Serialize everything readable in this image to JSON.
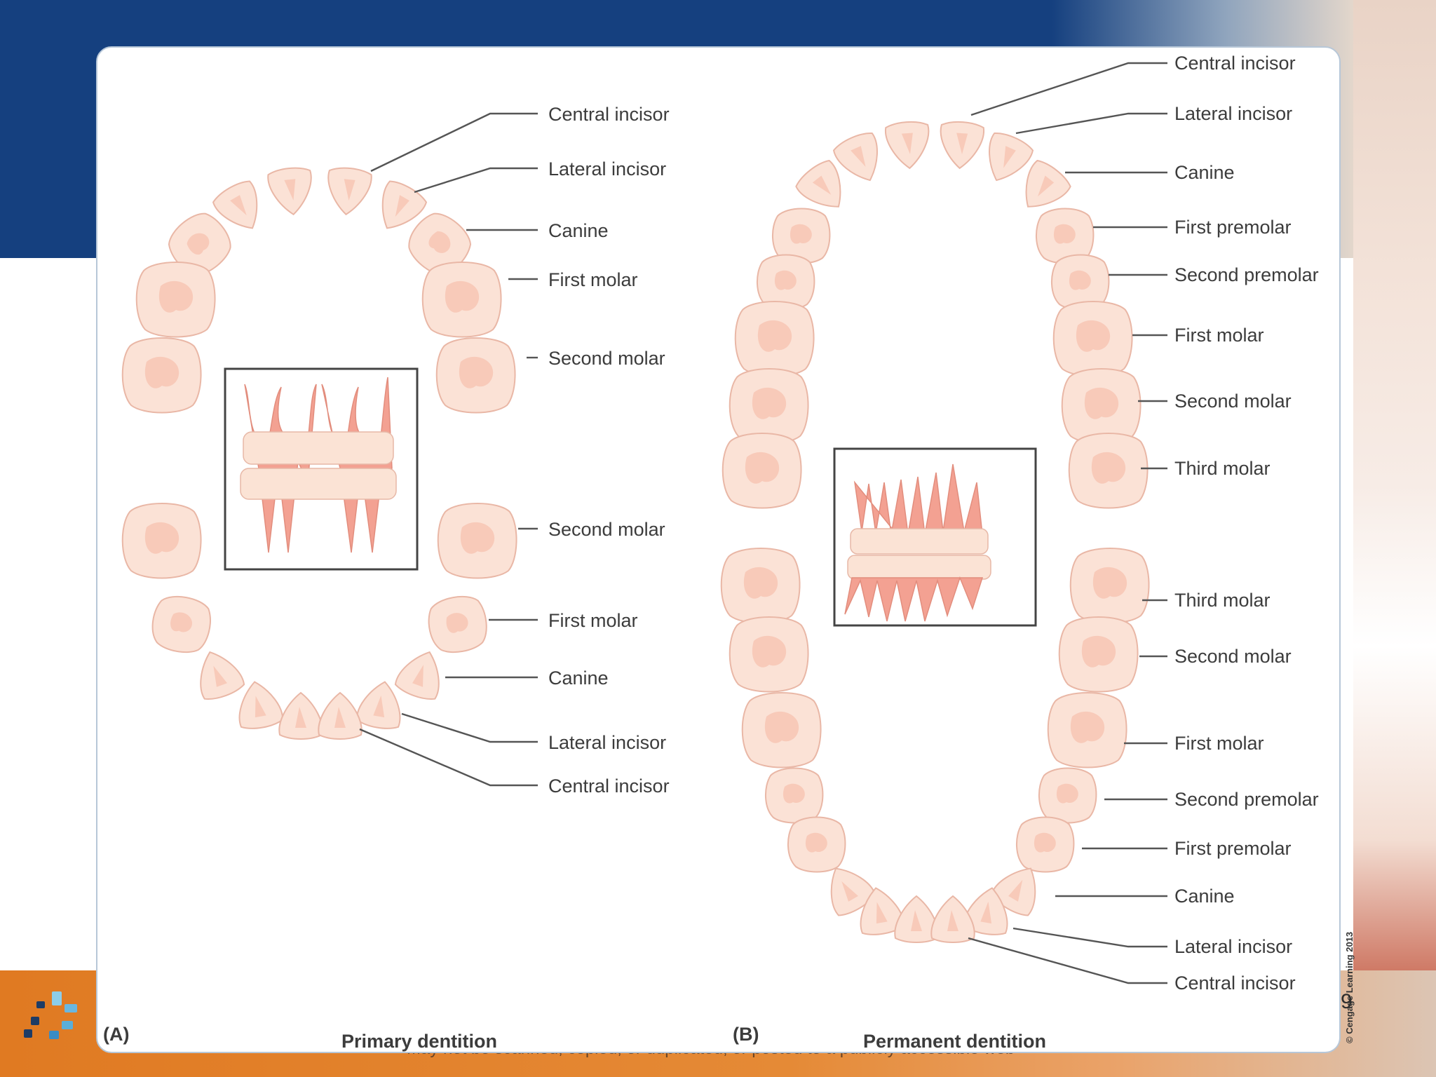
{
  "panel_a": {
    "letter": "(A)",
    "caption": "Primary dentition",
    "labels": {
      "upper_central_incisor": "Central incisor",
      "upper_lateral_incisor": "Lateral incisor",
      "upper_canine": "Canine",
      "upper_first_molar": "First molar",
      "upper_second_molar": "Second molar",
      "lower_second_molar": "Second molar",
      "lower_first_molar": "First molar",
      "lower_canine": "Canine",
      "lower_lateral_incisor": "Lateral incisor",
      "lower_central_incisor": "Central incisor"
    }
  },
  "panel_b": {
    "letter": "(B)",
    "caption": "Permanent dentition",
    "labels": {
      "upper_central_incisor": "Central incisor",
      "upper_lateral_incisor": "Lateral incisor",
      "upper_canine": "Canine",
      "upper_first_premolar": "First premolar",
      "upper_second_premolar": "Second premolar",
      "upper_first_molar": "First molar",
      "upper_second_molar": "Second molar",
      "upper_third_molar": "Third molar",
      "lower_third_molar": "Third molar",
      "lower_second_molar": "Second molar",
      "lower_first_molar": "First molar",
      "lower_second_premolar": "Second premolar",
      "lower_first_premolar": "First premolar",
      "lower_canine": "Canine",
      "lower_lateral_incisor": "Lateral incisor",
      "lower_central_incisor": "Central incisor"
    }
  },
  "copyright": "© Cengage Learning 2013",
  "slide_number": "9",
  "footer_text": "May not be scanned, copied, or duplicated, or posted to a publicly accessible web",
  "colors": {
    "top_band": "#15407f",
    "bottom_band": "#e07a22",
    "tooth": "#fbe2d6",
    "root": "#f3a192"
  }
}
